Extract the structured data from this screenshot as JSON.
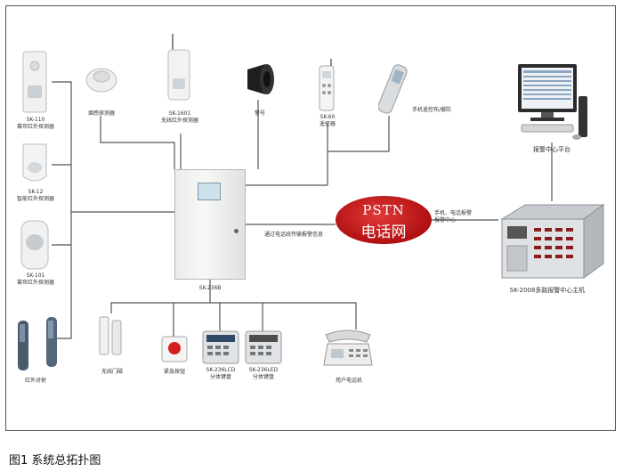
{
  "caption": "图1 系统总拓扑图",
  "center_panel": {
    "label": "SK-236B"
  },
  "network": {
    "line1": "PSTN",
    "line2": "电话网"
  },
  "link_label_left": "通过电话线传输报警信息",
  "link_label_right_1": "手机、电话报警",
  "link_label_right_2": "报警中心",
  "devices_left": [
    {
      "model": "SK-110",
      "name": "幕帘红外探测器"
    },
    {
      "model": "SK-12",
      "name": "智能红外探测器"
    },
    {
      "model": "SK-101",
      "name": "幕帘红外探测器"
    },
    {
      "model": "",
      "name": "红外对射"
    }
  ],
  "devices_top": [
    {
      "model": "",
      "name": "烟感探测器"
    },
    {
      "model": "SK-1601",
      "name": "无线红外探测器"
    },
    {
      "model": "",
      "name": "警号"
    },
    {
      "model": "SK-60",
      "name": "遥控器"
    },
    {
      "model": "",
      "name": "手机遥控布/撤防"
    }
  ],
  "devices_bottom": [
    {
      "model": "",
      "name": "无线门磁"
    },
    {
      "model": "",
      "name": "紧急按钮"
    },
    {
      "model": "SK-236LCD",
      "name": "分体键盘"
    },
    {
      "model": "SK-236LED",
      "name": "分体键盘"
    },
    {
      "model": "",
      "name": "用户电话机"
    }
  ],
  "center_platform": {
    "name": "报警中心平台"
  },
  "center_host": {
    "name": "SK-2008多路报警中心主机"
  },
  "colors": {
    "network": "#c01818",
    "wire": "#555555"
  }
}
